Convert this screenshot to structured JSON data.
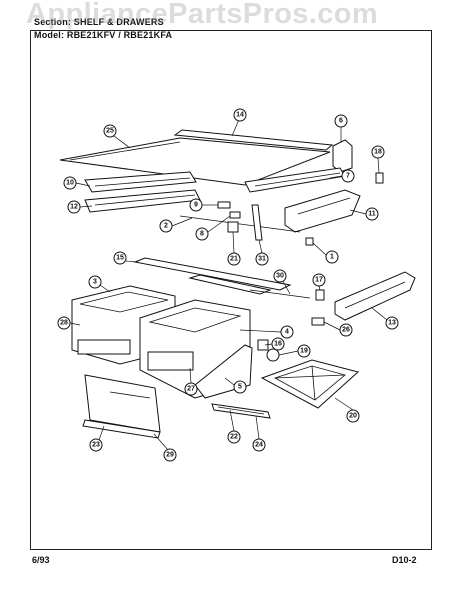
{
  "header": {
    "section_line": "Section: SHELF & DRAWERS",
    "model_line": "Model: RBE21KFV / RBE21KFA"
  },
  "watermark": "AppliancePartsPros.com",
  "footer": {
    "date": "6/93",
    "page_code": "D10-2"
  },
  "callouts": [
    "1",
    "2",
    "3",
    "4",
    "5",
    "6",
    "7",
    "8",
    "9",
    "10",
    "11",
    "12",
    "13",
    "14",
    "15",
    "16",
    "17",
    "18",
    "19",
    "20",
    "21",
    "22",
    "23",
    "24",
    "25",
    "26",
    "27",
    "28",
    "29",
    "30",
    "31"
  ]
}
